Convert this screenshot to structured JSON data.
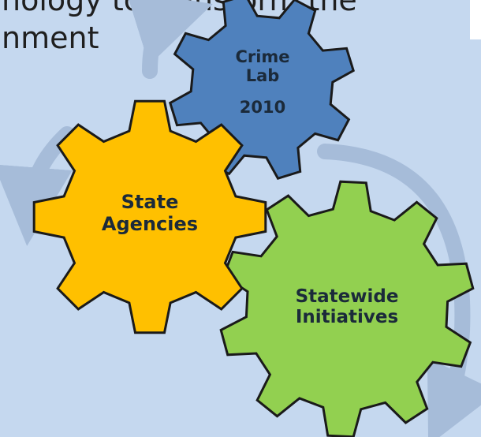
{
  "heading": {
    "line1": "nology to transform the",
    "line2": "nment"
  },
  "gears": {
    "crime_lab": {
      "line1": "Crime",
      "line2": "Lab",
      "line3": "2010",
      "fill": "#4f81bd"
    },
    "state_agencies": {
      "line1": "State",
      "line2": "Agencies",
      "fill": "#ffc000"
    },
    "statewide": {
      "line1": "Statewide",
      "line2": "Initiatives",
      "fill": "#92d050"
    }
  },
  "colors": {
    "background": "#c5d8ef",
    "arrow": "#a6bcd9",
    "outline": "#1a1a1a"
  }
}
